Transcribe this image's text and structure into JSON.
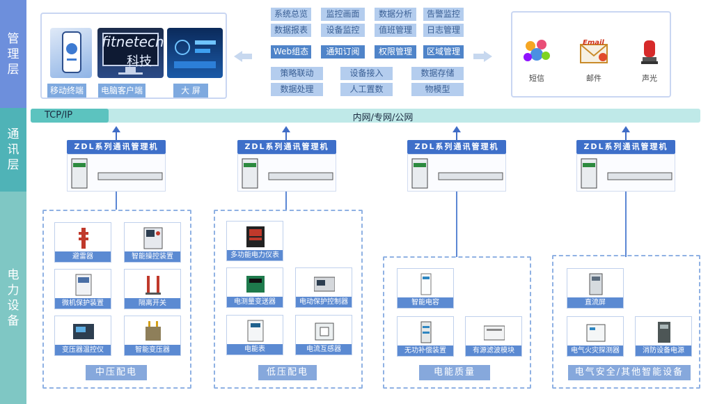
{
  "layers": {
    "management": "管理层",
    "communication": "通讯层",
    "power_equipment": "电力设备"
  },
  "terminals": {
    "banner_text": "fitnetech",
    "banner_sub": "科技",
    "mobile": "移动终端",
    "pc": "电脑客户端",
    "screen": "大 屏"
  },
  "functions": {
    "row1": [
      "系统总览",
      "监控画面",
      "数据分析",
      "告警监控"
    ],
    "row2": [
      "数据报表",
      "设备监控",
      "值班管理",
      "日志管理"
    ],
    "row3": [
      "Web组态",
      "通知订阅",
      "权限管理",
      "区域管理"
    ],
    "row4": [
      "策略联动",
      "设备接入",
      "数据存储"
    ],
    "row5": [
      "数据处理",
      "人工置数",
      "物模型"
    ]
  },
  "alarms": {
    "sms": "短信",
    "email_label": "邮件",
    "email_icon_text": "Email",
    "sound_light": "声光"
  },
  "network": {
    "protocol": "TCP/IP",
    "label": "内网/专网/公网"
  },
  "comm_manager_title": "ZDL系列通讯管理机",
  "groups": {
    "mv": {
      "title": "中压配电",
      "devices": [
        "避雷器",
        "智能操控装置",
        "微机保护装置",
        "隔离开关",
        "变压器温控仪",
        "智能变压器"
      ]
    },
    "lv": {
      "title": "低压配电",
      "devices": [
        "多功能电力仪表",
        "电测量变送器",
        "电动保护控制器",
        "电能表",
        "电流互感器"
      ]
    },
    "pq": {
      "title": "电能质量",
      "devices": [
        "智能电容",
        "无功补偿装置",
        "有源滤波模块"
      ]
    },
    "safety": {
      "title": "电气安全/其他智能设备",
      "devices": [
        "直流屏",
        "电气火灾探测器",
        "消防设备电源"
      ]
    }
  },
  "colors": {
    "management_band": "#6d8fdc",
    "communication_band": "#4fb3b7",
    "power_band": "#7fc7c4",
    "accent_blue": "#3e6fc9",
    "net_bar": "#bfe9e8"
  }
}
